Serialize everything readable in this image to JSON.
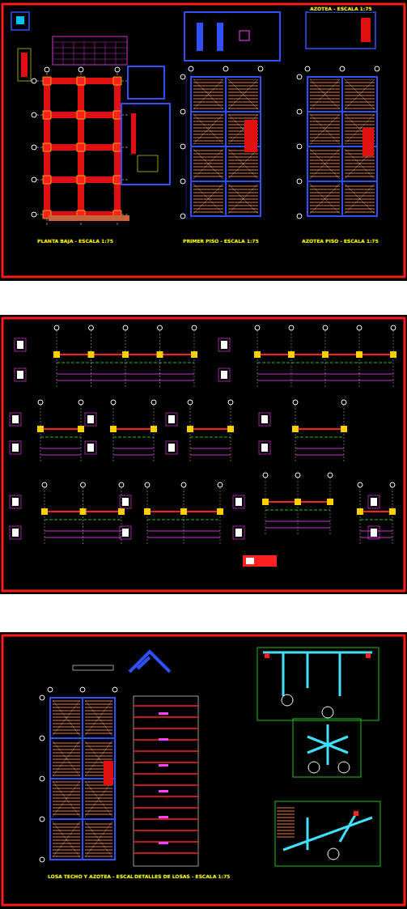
{
  "diagram": {
    "labels": [
      "PLANTA BAJA - ESCALA 1:75",
      "PRIMER PISO - ESCALA 1:75",
      "AZOTEA PISO - ESCALA 1:75",
      "AZOTEA - ESCALA 1:75",
      "LOSA TECHO Y AZOTEA - ESCALA 1:75",
      "DETALLES DE LOSAS - ESCALA 1:75"
    ]
  }
}
